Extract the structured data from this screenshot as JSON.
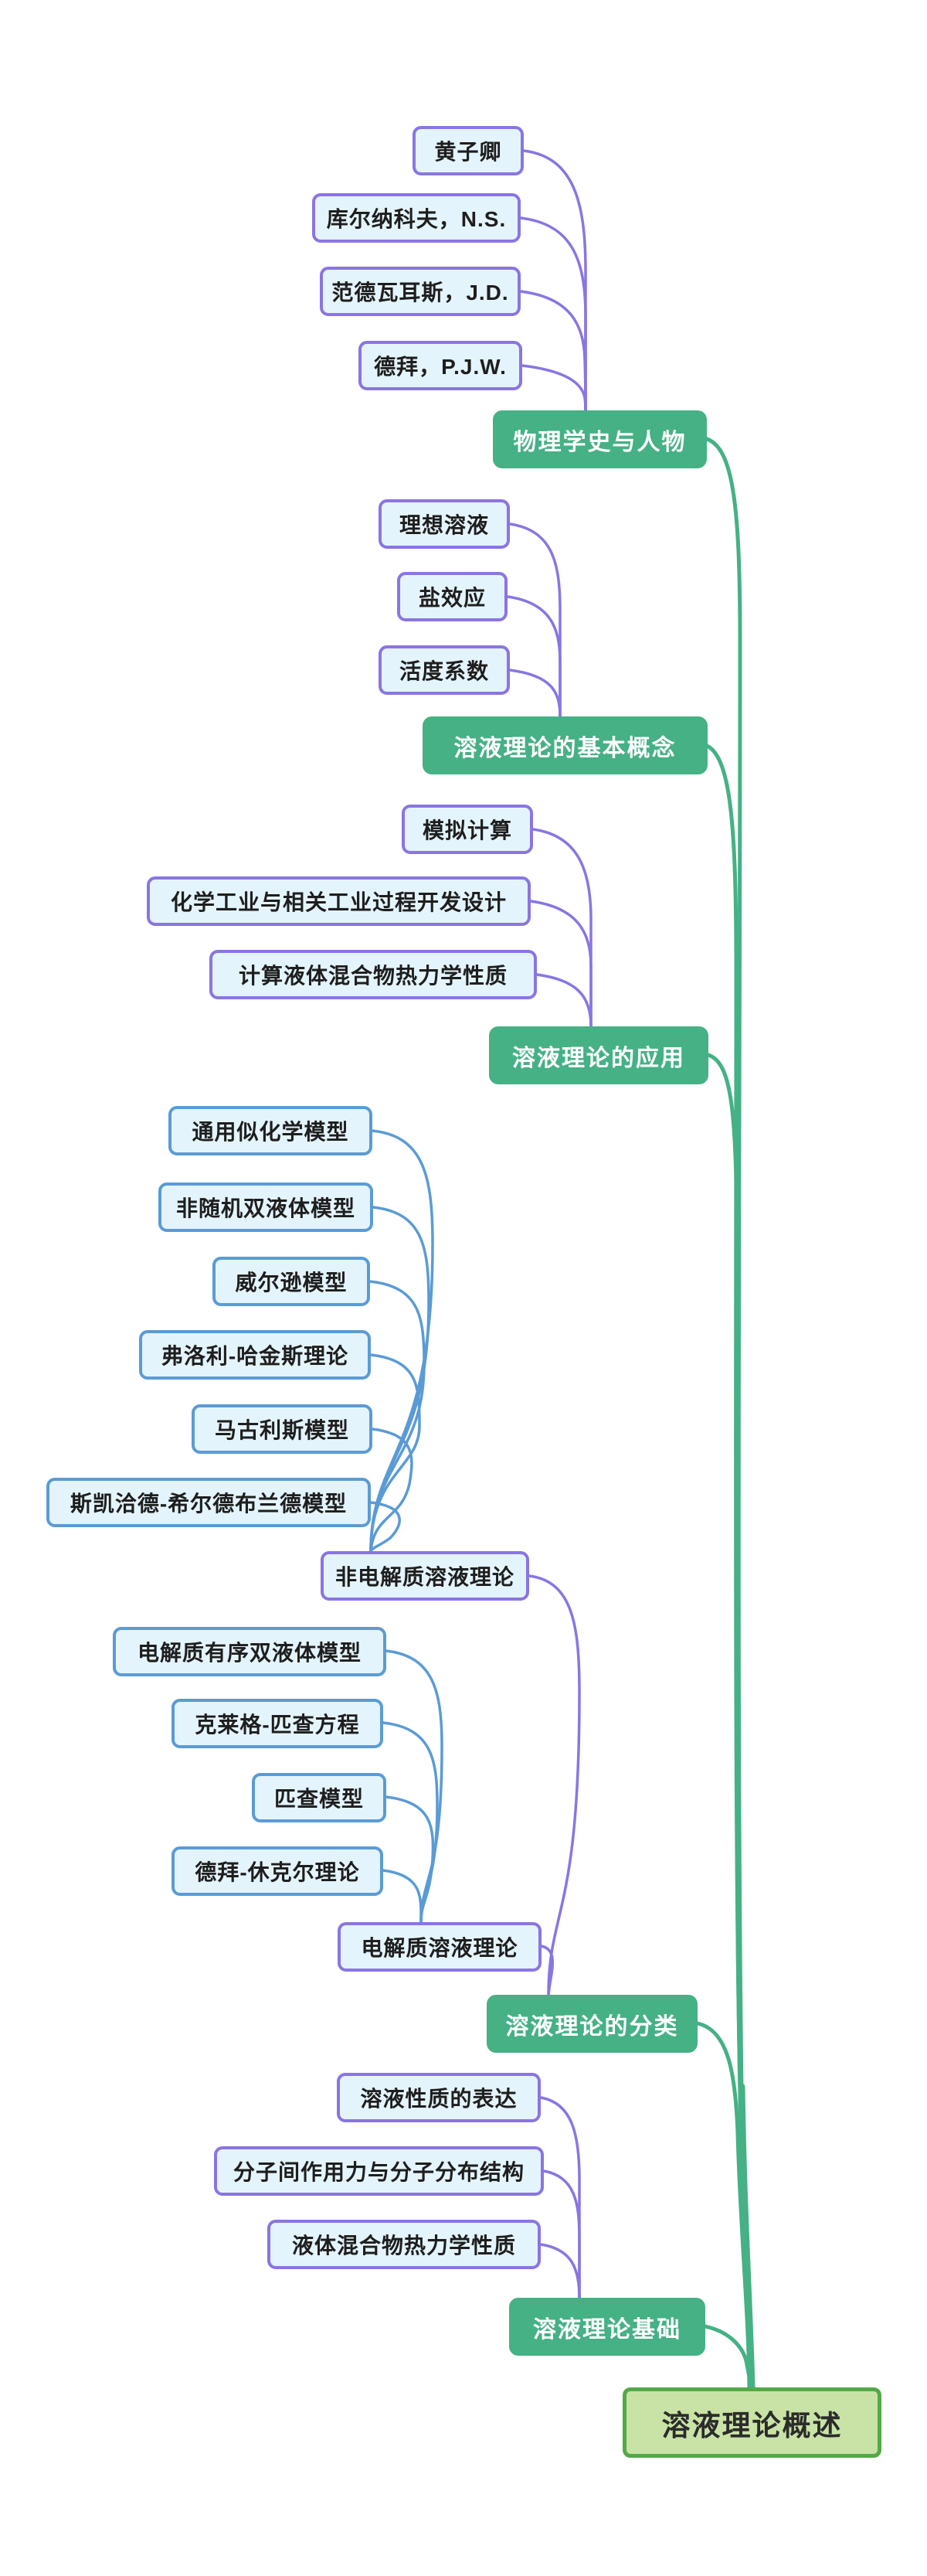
{
  "colors": {
    "topic_fill": "#45b185",
    "topic_text": "#ffffff",
    "child_fill": "#e4f4fc",
    "child_border_purple": "#8a75e2",
    "subchild_border_blue": "#5b9bd5",
    "root_fill": "#c9e3a6",
    "root_border": "#53a948",
    "connector_purple": "#8a75e2",
    "connector_blue": "#5b9bd5",
    "connector_green": "#45b185",
    "background": "#ffffff"
  },
  "root": {
    "label": "溶液理论概述"
  },
  "topics": [
    {
      "label": "物理学史与人物",
      "children": [
        {
          "label": "黄子卿"
        },
        {
          "label": "库尔纳科夫，N.S."
        },
        {
          "label": "范德瓦耳斯，J.D."
        },
        {
          "label": "德拜，P.J.W."
        }
      ]
    },
    {
      "label": "溶液理论的基本概念",
      "children": [
        {
          "label": "理想溶液"
        },
        {
          "label": "盐效应"
        },
        {
          "label": "活度系数"
        }
      ]
    },
    {
      "label": "溶液理论的应用",
      "children": [
        {
          "label": "模拟计算"
        },
        {
          "label": "化学工业与相关工业过程开发设计"
        },
        {
          "label": "计算液体混合物热力学性质"
        }
      ]
    },
    {
      "label": "溶液理论的分类",
      "children": [
        {
          "label": "非电解质溶液理论",
          "children": [
            {
              "label": "通用似化学模型"
            },
            {
              "label": "非随机双液体模型"
            },
            {
              "label": "威尔逊模型"
            },
            {
              "label": "弗洛利-哈金斯理论"
            },
            {
              "label": "马古利斯模型"
            },
            {
              "label": "斯凯洽德-希尔德布兰德模型"
            }
          ]
        },
        {
          "label": "电解质溶液理论",
          "children": [
            {
              "label": "电解质有序双液体模型"
            },
            {
              "label": "克莱格-匹查方程"
            },
            {
              "label": "匹查模型"
            },
            {
              "label": "德拜-休克尔理论"
            }
          ]
        }
      ]
    },
    {
      "label": "溶液理论基础",
      "children": [
        {
          "label": "溶液性质的表达"
        },
        {
          "label": "分子间作用力与分子分布结构"
        },
        {
          "label": "液体混合物热力学性质"
        }
      ]
    }
  ]
}
